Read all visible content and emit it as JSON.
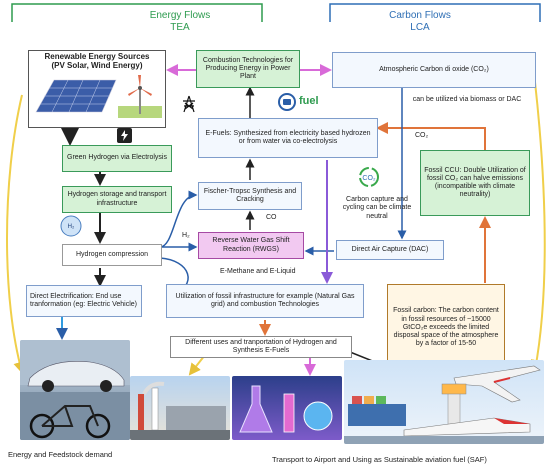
{
  "header": {
    "energy_title": "Energy Flows",
    "energy_sub": "TEA",
    "carbon_title": "Carbon Flows",
    "carbon_sub": "LCA"
  },
  "boxes": {
    "renewable_title": "Renewable Energy Sources",
    "renewable_sub": "(PV Solar, Wind Energy)",
    "combustion": "Combustion Technologies for Producing Energy in Power Plant",
    "atmospheric": "Atmospheric Carbon di oxide (CO₂)",
    "green_h2": "Green Hydrogen via Electrolysis",
    "efuels": "E-Fuels: Synthesized from electricity based hydrozen or from water via co-electrolysis",
    "fossil_ccu": "Fossil CCU: Double Utilization of fossil CO₂ can halve emissions (incompatible with climate neutrality)",
    "h2_storage": "Hydrogen storage and transport infrastructure",
    "fischer": "Fischer-Tropsc Synthesis and Cracking",
    "rwgs": "Reverse Water Gas Shift Reaction (RWGS)",
    "h2_compression": "Hydrogen compression",
    "dac": "Direct Air Capture (DAC)",
    "direct_elec": "Direct Electrification: End use tranformation (eg: Electric Vehicle)",
    "utilization": "Utilization of fossil infrastructure for example (Natural Gas grid) and combustion Technologies",
    "fossil_carbon": "Fossil carbon: The carbon content in fossil resources of ~15000 GtCO₂e exceeds the limited disposal space of the atmosphere by a factor of  15-50",
    "different_uses": "Different uses and tranportation of Hydrogen and Synthesis E-Fuels"
  },
  "labels": {
    "biomass_dac": "can be utilized via biomass or DAC",
    "co2": "CO₂",
    "carbon_capture": "Carbon capture and cycling can be climate neutral",
    "co": "CO",
    "h2": "H₂",
    "emethane": "E-Methane and E-Liquid",
    "fuel": "fuel",
    "h2_badge": "H₂",
    "co2_badge": "CO₂",
    "energy_demand": "Energy and Feedstock demand",
    "transport_saf": "Transport to Airport and Using as Sustainable aviation fuel (SAF)"
  },
  "colors": {
    "green_box": "#d6f2d6",
    "blue_box": "#e9f0fb",
    "pink_box": "#f2c9f1",
    "accent_green": "#2e9b4f",
    "accent_blue": "#2f6fb5",
    "arrow_yellow": "#f0cf4a",
    "arrow_purple": "#8a5ad8",
    "arrow_orange": "#e0743a",
    "arrow_magenta": "#d86ad8"
  },
  "icons": [
    "solar-panel-icon",
    "wind-turbine-icon",
    "power-pylon-icon",
    "lightning-icon",
    "fuel-plug-icon",
    "h2-sphere-icon",
    "co2-cycle-icon"
  ]
}
